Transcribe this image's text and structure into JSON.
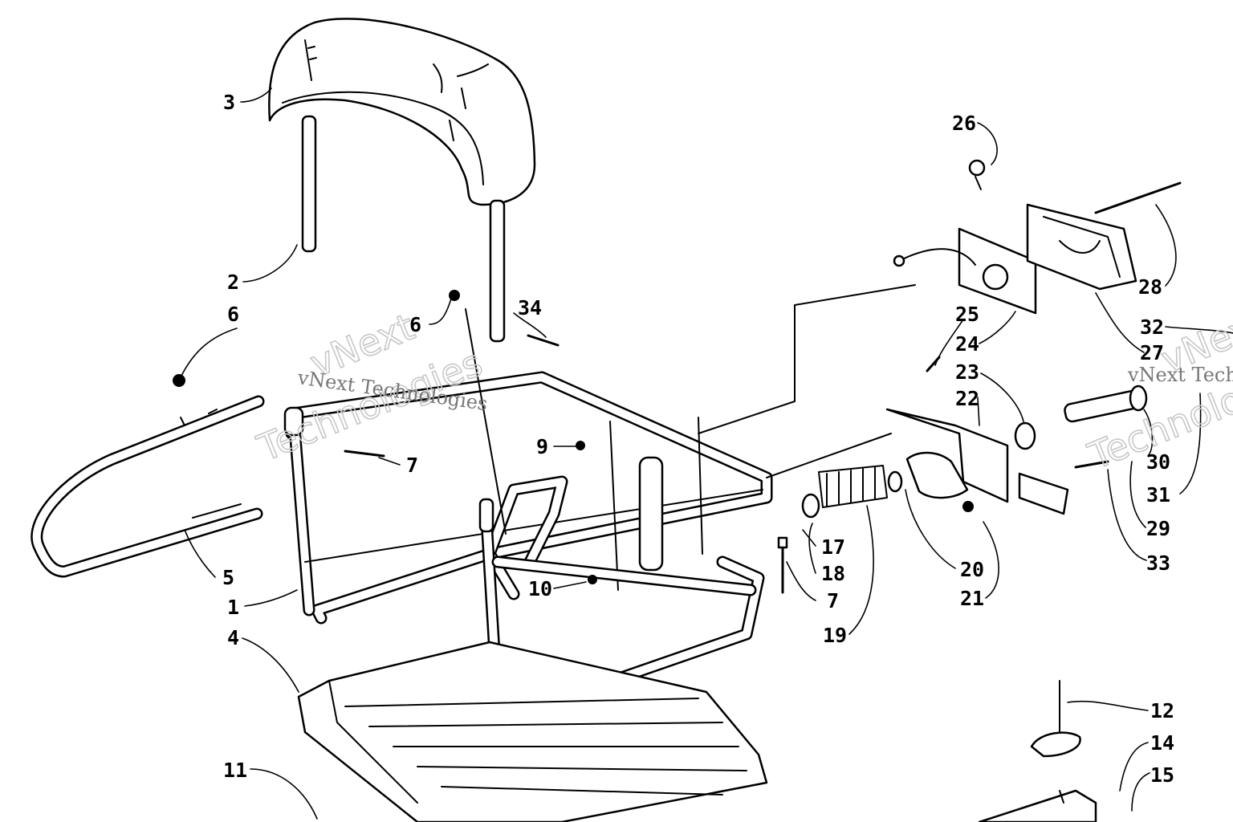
{
  "watermark": {
    "line1": "vNext",
    "line2": "Technologies",
    "caption": "vNext Technologies"
  },
  "callouts": {
    "n1": "1",
    "n2": "2",
    "n3": "3",
    "n4": "4",
    "n5": "5",
    "n6a": "6",
    "n6b": "6",
    "n7a": "7",
    "n7b": "7",
    "n9": "9",
    "n10": "10",
    "n11": "11",
    "n12": "12",
    "n14": "14",
    "n15": "15",
    "n17": "17",
    "n18": "18",
    "n19": "19",
    "n20": "20",
    "n21": "21",
    "n22": "22",
    "n23": "23",
    "n24": "24",
    "n25": "25",
    "n26": "26",
    "n27": "27",
    "n28": "28",
    "n29": "29",
    "n30": "30",
    "n31": "31",
    "n32": "32",
    "n33": "33",
    "n34": "34"
  }
}
